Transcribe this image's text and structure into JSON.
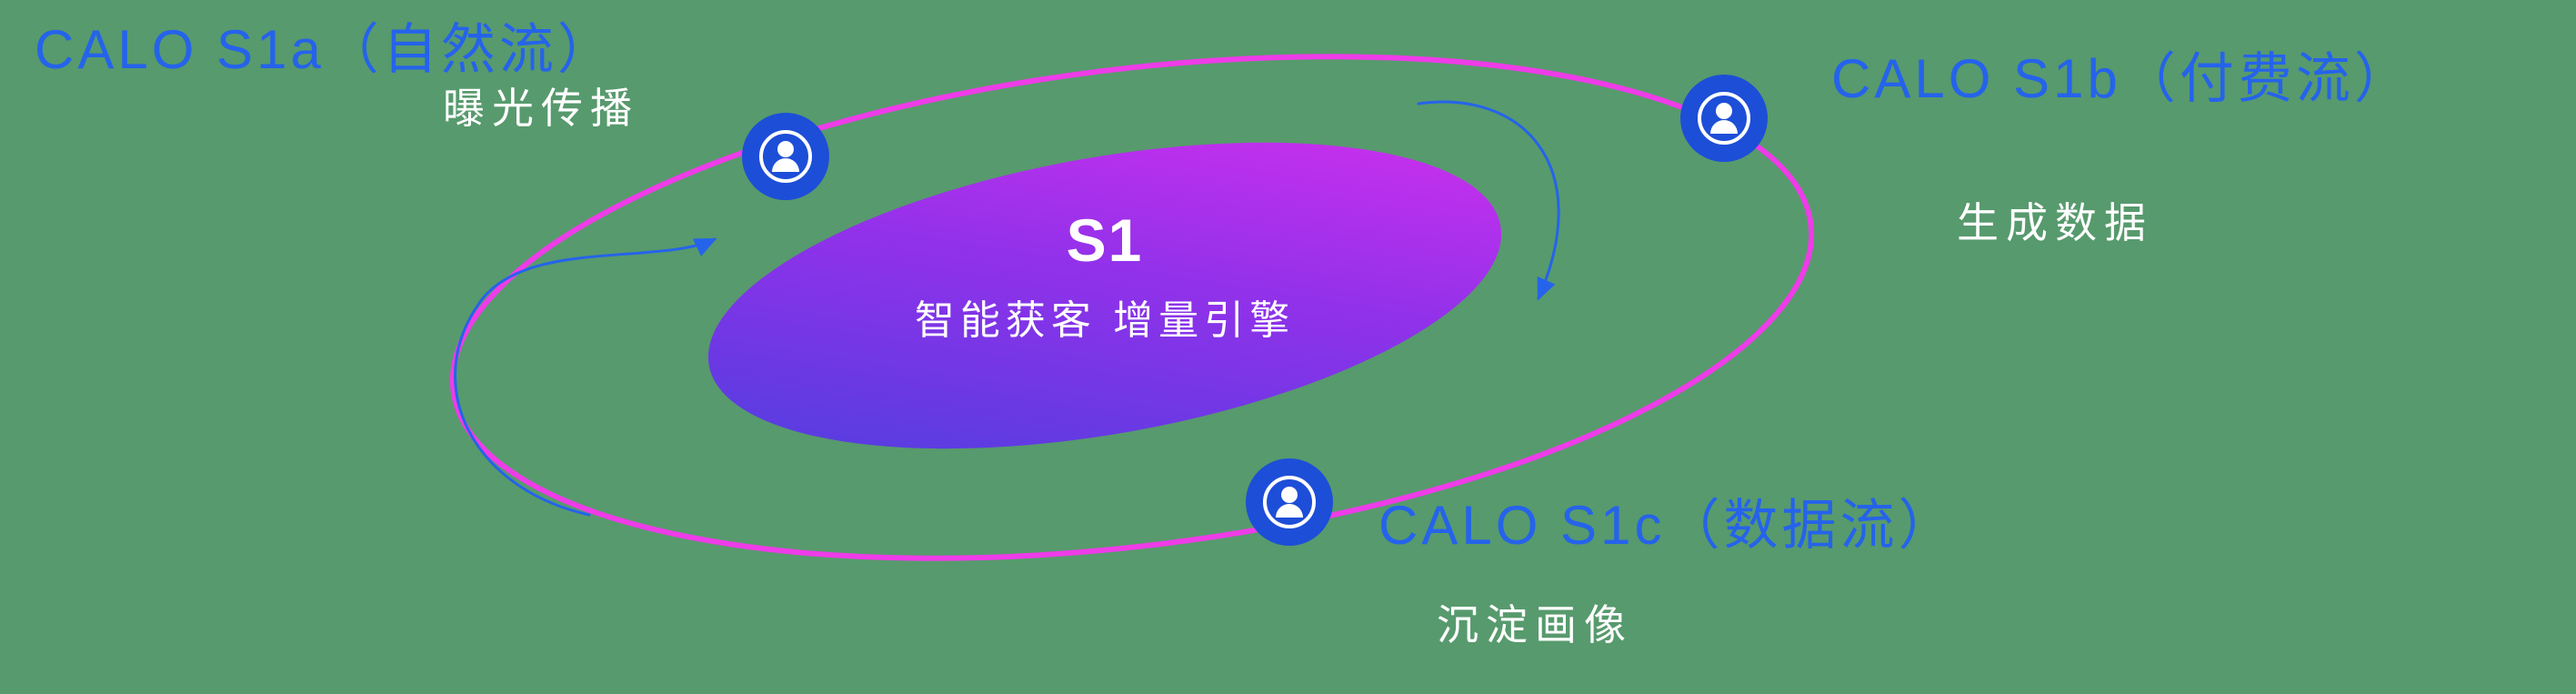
{
  "canvas": {
    "background_color": "#579a6d"
  },
  "core": {
    "title": "S1",
    "subtitle": "智能获客  增量引擎",
    "gradient_start": "#4740de",
    "gradient_mid": "#9231ea",
    "gradient_end": "#d930ee"
  },
  "orbit": {
    "ring_color": "#ee3ce8"
  },
  "arrow_color": "#2563eb",
  "node": {
    "fill": "#1d4ed8"
  },
  "satellites": [
    {
      "id": "s1a",
      "title": "CALO S1a（自然流）",
      "subtitle": "曝光传播"
    },
    {
      "id": "s1b",
      "title": "CALO S1b（付费流）",
      "subtitle": "生成数据"
    },
    {
      "id": "s1c",
      "title": "CALO S1c（数据流）",
      "subtitle": "沉淀画像"
    }
  ],
  "colors": {
    "title_blue": "#2563eb",
    "subtitle_white": "#ffffff"
  }
}
